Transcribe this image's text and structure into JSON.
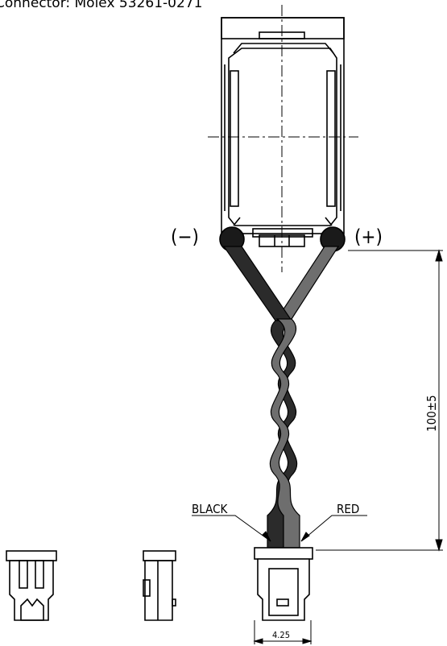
{
  "title": "Connector: Molex 53261-0271",
  "labels": {
    "negative": "(−)",
    "positive": "(+)",
    "black_wire": "BLACK",
    "red_wire": "RED",
    "length_dim": "100±5",
    "width_dim": "4.25"
  },
  "colors": {
    "black_wire": "#2b2b2b",
    "red_wire": "#6e6e6e",
    "line": "#000000"
  }
}
